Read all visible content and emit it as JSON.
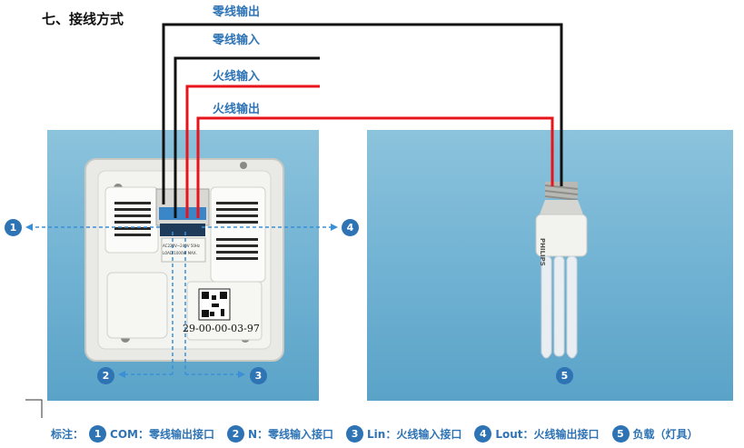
{
  "heading": "七、接线方式",
  "wires": {
    "neutral_out": "零线输出",
    "neutral_in": "零线输入",
    "live_in": "火线输入",
    "live_out": "火线输出"
  },
  "switch_module": {
    "serial_label": "29-00-00-03-97",
    "spec_line_1": "AC220V~240V 50Hz",
    "spec_line_2": "LOAD:1000W MAX."
  },
  "bulb": {
    "brand": "PHILIPS"
  },
  "callouts": [
    "1",
    "2",
    "3",
    "4",
    "5"
  ],
  "legend": {
    "prefix": "标注：",
    "items": [
      {
        "num": "1",
        "text": "COM：零线输出接口"
      },
      {
        "num": "2",
        "text": "N：零线输入接口"
      },
      {
        "num": "3",
        "text": "Lin：火线输入接口"
      },
      {
        "num": "4",
        "text": "Lout：火线输出接口"
      },
      {
        "num": "5",
        "text": "负载（灯具）"
      }
    ]
  },
  "colors": {
    "neutral_wire": "#111111",
    "live_wire": "#e8141b",
    "accent": "#2e74b5"
  }
}
